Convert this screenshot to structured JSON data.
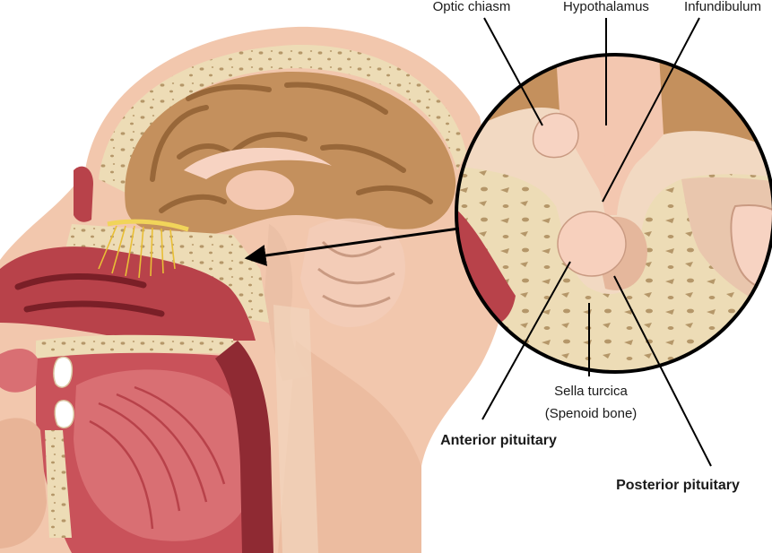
{
  "labels": {
    "optic_chiasm": "Optic chiasm",
    "hypothalamus": "Hypothalamus",
    "infundibulum": "Infundibulum",
    "sella_line1": "Sella turcica",
    "sella_line2": "(Spenoid bone)",
    "anterior": "Anterior pituitary",
    "posterior": "Posterior pituitary"
  },
  "colors": {
    "skin": "#f2c7ad",
    "skin_shade": "#e8b497",
    "bone": "#eddcb6",
    "bone_dot": "#b59769",
    "brain": "#c4905d",
    "brain_dark": "#8a5a2e",
    "muscle": "#b8424a",
    "muscle_dark": "#7a1f27",
    "tissue_pink": "#f7d3c2",
    "nerve": "#f1d45a",
    "outline": "#000000"
  }
}
